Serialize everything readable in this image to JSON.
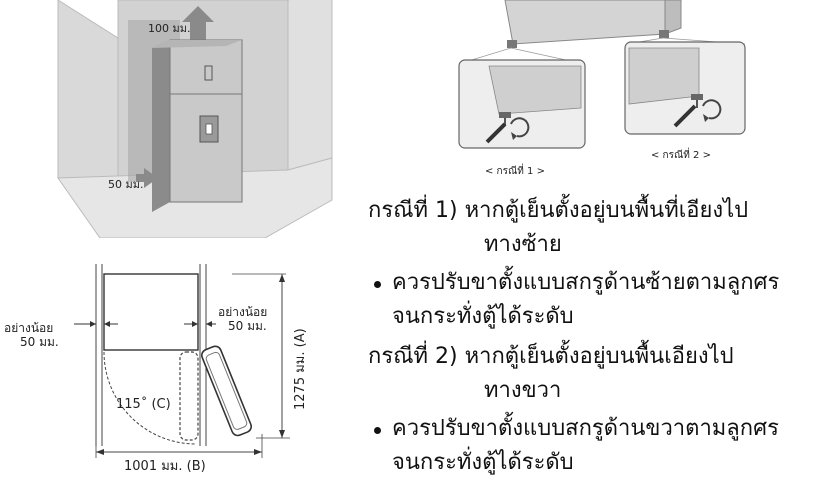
{
  "clearance_figure": {
    "top_label": "100 มม.",
    "side_label": "50 มม."
  },
  "door_swing_figure": {
    "left_label_line1": "อย่างน้อย",
    "left_label_line2": "50 มม.",
    "right_label_line1": "อย่างน้อย",
    "right_label_line2": "50 มม.",
    "angle_label": "115˚ (C)",
    "depth_label": "1275 มม. (A)",
    "width_label": "1001 มม. (B)"
  },
  "leveling_figure": {
    "case1_caption": "< กรณีที่ 1 >",
    "case2_caption": "< กรณีที่ 2 >"
  },
  "instructions": {
    "case1_heading_line1": "กรณีที่ 1) หากตู้เย็นตั้งอยู่บนพื้นที่เอียงไป",
    "case1_heading_line2": "ทางซ้าย",
    "case1_bullet_line1": "ควรปรับขาตั้งแบบสกรูด้านซ้ายตามลูกศร",
    "case1_bullet_line2": "จนกระทั่งตู้ได้ระดับ",
    "case2_heading_line1": "กรณีที่ 2) หากตู้เย็นตั้งอยู่บนพื้นเอียงไป",
    "case2_heading_line2": "ทางขวา",
    "case2_bullet_line1": "ควรปรับขาตั้งแบบสกรูด้านขวาตามลูกศร",
    "case2_bullet_line2": "จนกระทั่งตู้ได้ระดับ"
  }
}
